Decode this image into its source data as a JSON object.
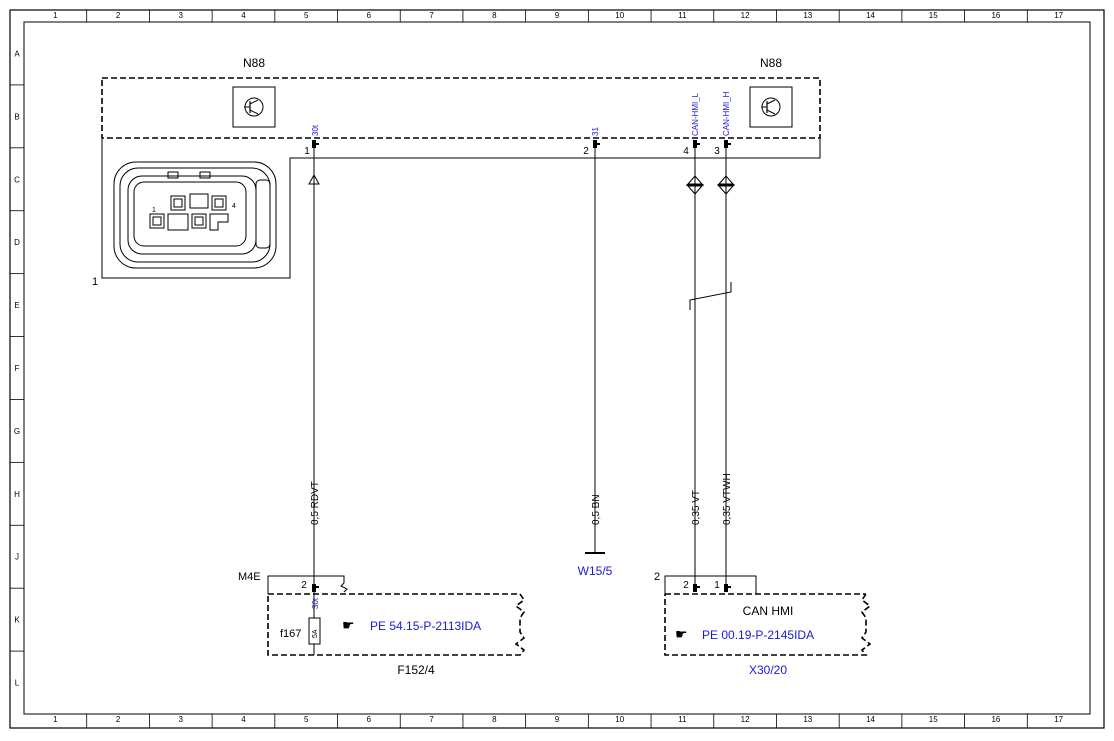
{
  "frame": {
    "cols": [
      "1",
      "2",
      "3",
      "4",
      "5",
      "6",
      "7",
      "8",
      "9",
      "10",
      "11",
      "12",
      "13",
      "14",
      "15",
      "16",
      "17"
    ],
    "rows": [
      "A",
      "B",
      "C",
      "D",
      "E",
      "F",
      "G",
      "H",
      "J",
      "K",
      "L"
    ]
  },
  "module_top": {
    "label_left": "N88",
    "label_right": "N88",
    "connector_ref": "1",
    "connector_pins": [
      "1",
      "4"
    ],
    "pins": [
      {
        "num": "1",
        "signal": "30t"
      },
      {
        "num": "2",
        "signal": "31"
      },
      {
        "num": "4",
        "signal": "CAN-HMI_L"
      },
      {
        "num": "3",
        "signal": "CAN-HMI_H"
      }
    ]
  },
  "wires": [
    {
      "label": "0,5 RDVT"
    },
    {
      "label": "0,5 BN"
    },
    {
      "label": "0,35 VT"
    },
    {
      "label": "0,35 VTWH"
    }
  ],
  "ground": {
    "label": "W15/5"
  },
  "fuse_box": {
    "connector": "M4E",
    "pin": "2",
    "signal": "30t",
    "fuse": "f167",
    "rating": "5A",
    "ref": "PE 54.15-P-2113IDA",
    "name": "F152/4"
  },
  "can_box": {
    "num": "2",
    "pins": [
      "2",
      "1"
    ],
    "title": "CAN HMI",
    "ref": "PE 00.19-P-2145IDA",
    "name": "X30/20"
  },
  "colors": {
    "line": "#000000",
    "ref_blue": "#1a1ad6"
  }
}
